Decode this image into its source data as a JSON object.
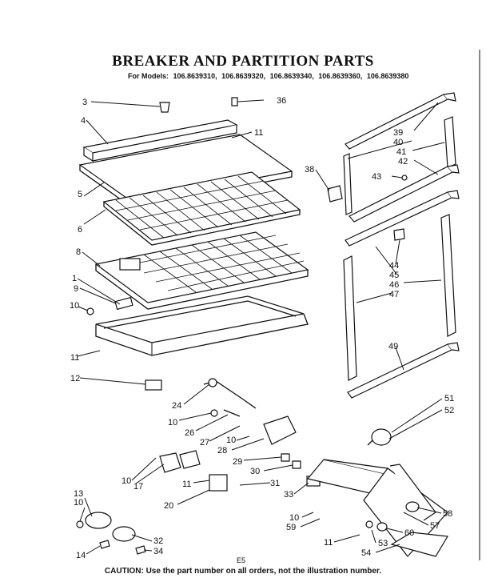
{
  "diagram": {
    "title": "BREAKER AND PARTITION PARTS",
    "models_prefix": "For Models:",
    "models": [
      "106.8639310,",
      "106.8639320,",
      "106.8639340,",
      "106.8639360,",
      "106.8639380"
    ],
    "page_code": "E5",
    "caution": "CAUTION: Use the part number on all orders, not the illustration number.",
    "callouts": {
      "c3": "3",
      "c36": "36",
      "c4": "4",
      "c11a": "11",
      "c5": "5",
      "c6": "6",
      "c8": "8",
      "c1": "1",
      "c9": "9",
      "c10a": "10",
      "c11b": "11",
      "c12": "12",
      "c24": "24",
      "c10b": "10",
      "c26": "26",
      "c27": "27",
      "c10c": "10",
      "c28": "28",
      "c29": "29",
      "c30": "30",
      "c10d": "10",
      "c17": "17",
      "c11c": "11",
      "c31": "31",
      "c20": "20",
      "c33": "33",
      "c13": "13",
      "c10e": "10",
      "c32": "32",
      "c14": "14",
      "c34": "34",
      "c10f": "10",
      "c59": "59",
      "c11d": "11",
      "c53": "53",
      "c54": "54",
      "c58": "58",
      "c57": "57",
      "c60": "60",
      "c38": "38",
      "c39": "39",
      "c40": "40",
      "c41": "41",
      "c42": "42",
      "c43": "43",
      "c44": "44",
      "c45": "45",
      "c46": "46",
      "c47": "47",
      "c49": "49",
      "c51": "51",
      "c52": "52"
    }
  }
}
